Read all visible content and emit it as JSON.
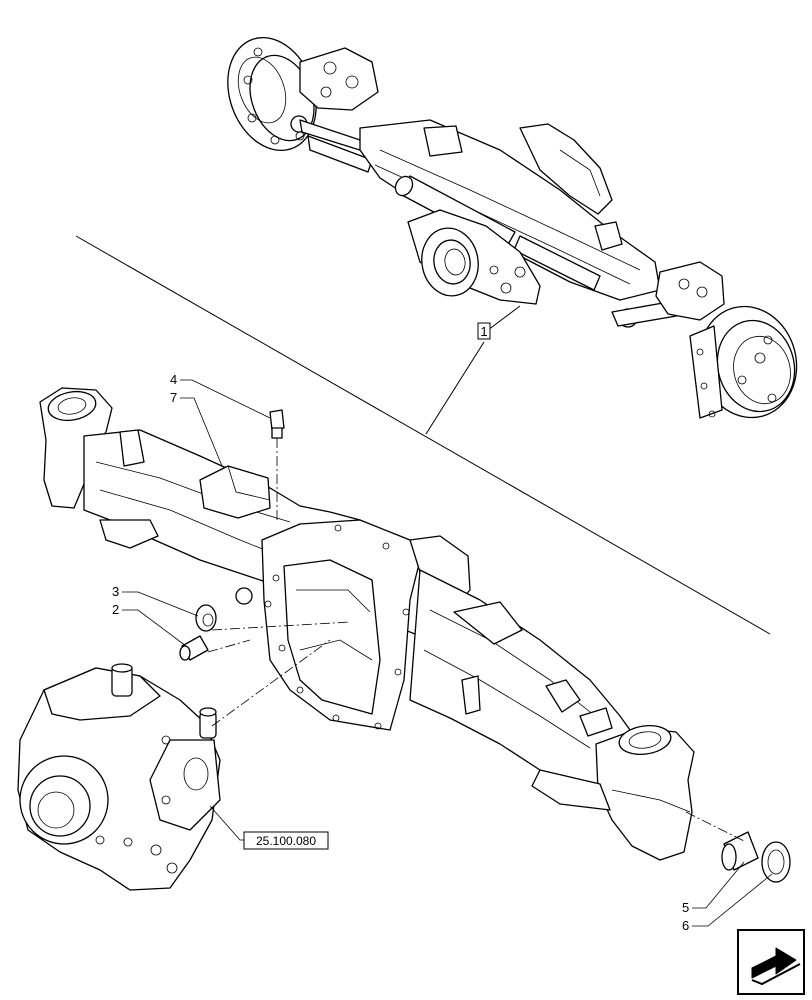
{
  "callouts": {
    "item_1": "1",
    "item_2": "2",
    "item_3": "3",
    "item_4": "4",
    "item_5": "5",
    "item_6": "6",
    "item_7": "7"
  },
  "references": {
    "differential_ref": "25.100.080"
  },
  "icons": {
    "nav": "next-page-arrow-icon"
  }
}
